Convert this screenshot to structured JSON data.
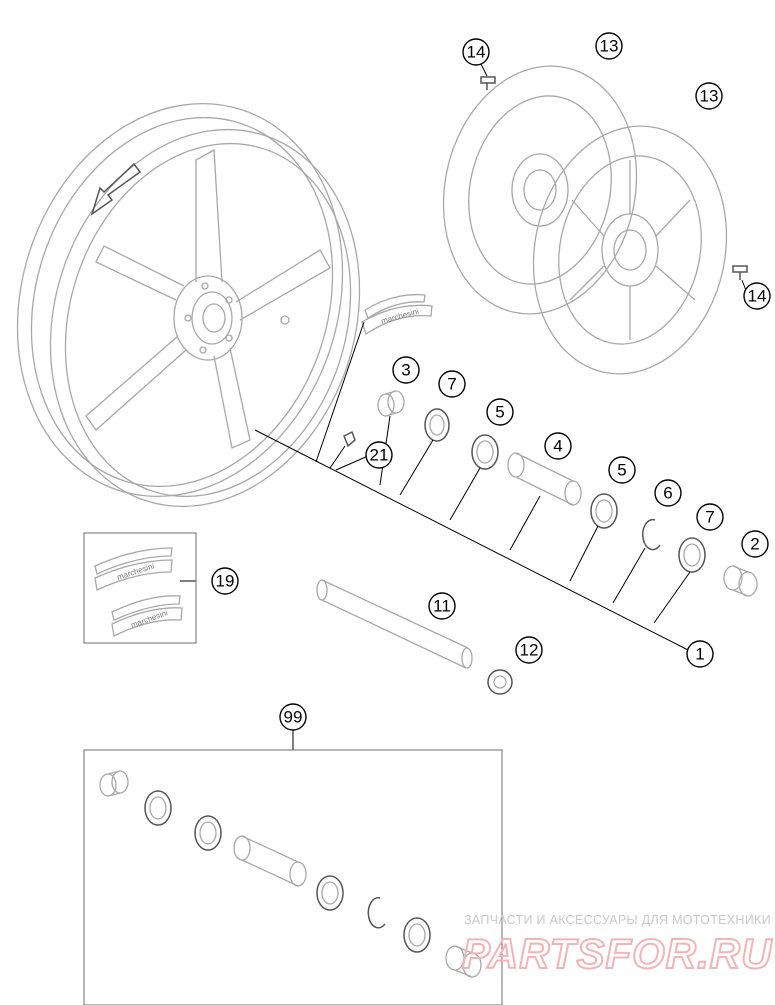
{
  "callouts": [
    {
      "id": "c1",
      "label": "1"
    },
    {
      "id": "c2",
      "label": "2"
    },
    {
      "id": "c3",
      "label": "3"
    },
    {
      "id": "c4",
      "label": "4"
    },
    {
      "id": "c5a",
      "label": "5"
    },
    {
      "id": "c5b",
      "label": "5"
    },
    {
      "id": "c6",
      "label": "6"
    },
    {
      "id": "c7a",
      "label": "7"
    },
    {
      "id": "c7b",
      "label": "7"
    },
    {
      "id": "c11",
      "label": "11"
    },
    {
      "id": "c12",
      "label": "12"
    },
    {
      "id": "c13a",
      "label": "13"
    },
    {
      "id": "c13b",
      "label": "13"
    },
    {
      "id": "c14a",
      "label": "14"
    },
    {
      "id": "c14b",
      "label": "14"
    },
    {
      "id": "c19",
      "label": "19"
    },
    {
      "id": "c21",
      "label": "21"
    },
    {
      "id": "c99",
      "label": "99"
    }
  ],
  "decal_text": "marchesini",
  "watermark": {
    "caption": "ЗАПЧАСТИ И АКСЕССУАРЫ ДЛЯ МОТОТЕХНИКИ",
    "brand": "PARTSFOR.RU"
  },
  "colors": {
    "line_art": "#a8a8a8",
    "leader": "#000000",
    "watermark": "#f2b4b4"
  }
}
